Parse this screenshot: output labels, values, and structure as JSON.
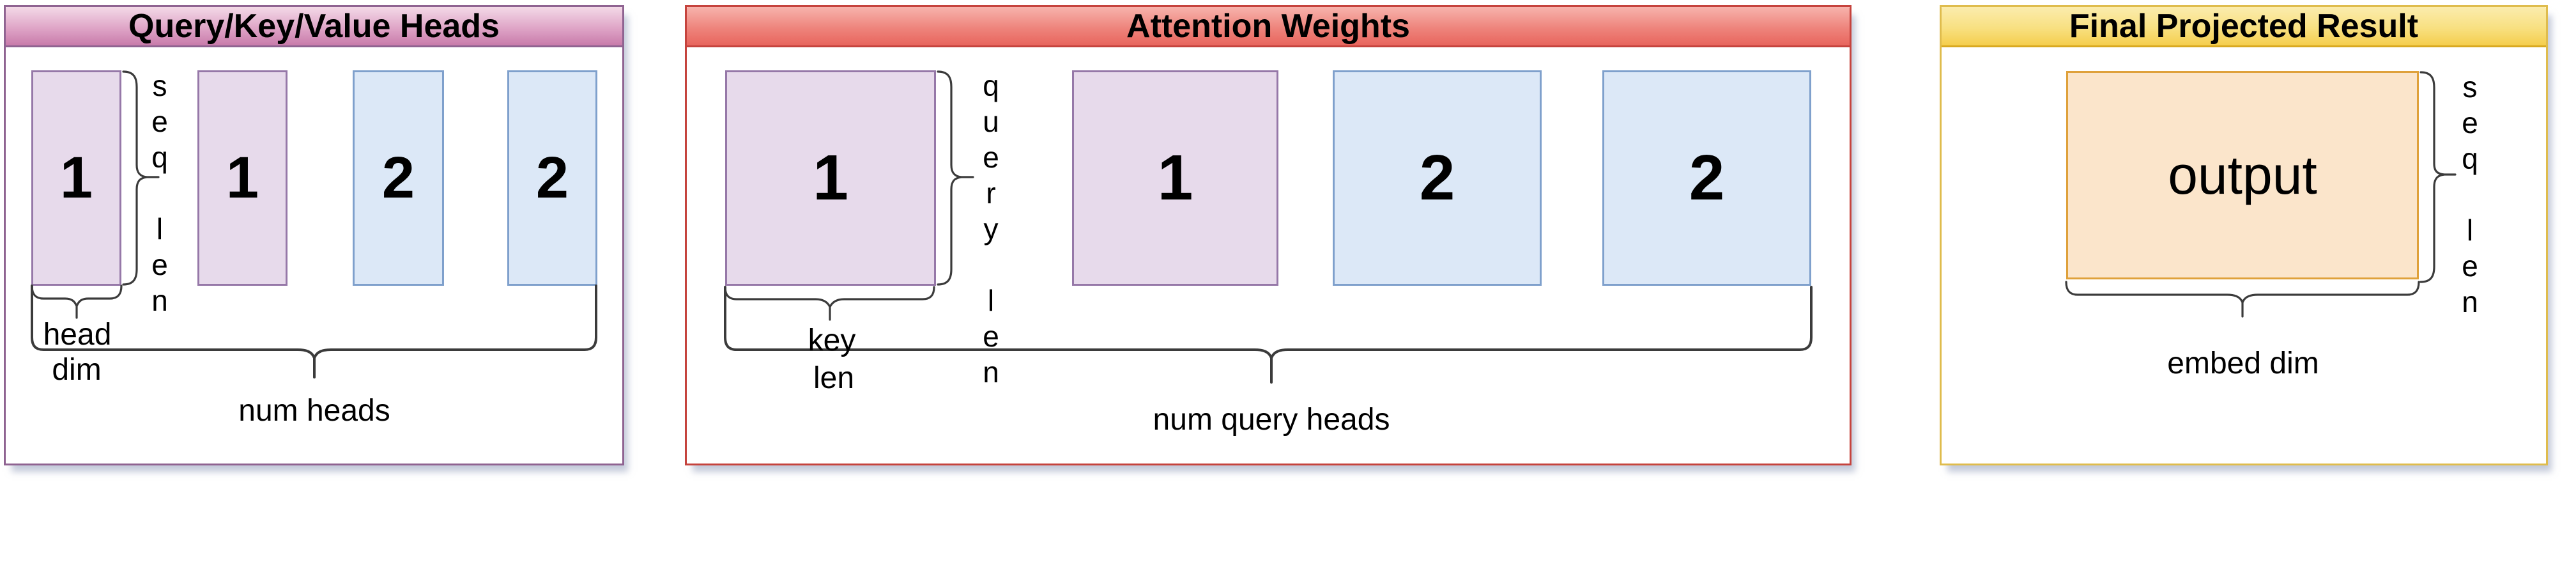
{
  "diagram": {
    "panels": [
      {
        "title": "Query/Key/Value Heads",
        "blocks": [
          "1",
          "1",
          "2",
          "2"
        ],
        "block_colors": [
          "purple",
          "purple",
          "blue",
          "blue"
        ],
        "height_label": "seq len",
        "width_label_line1": "head",
        "width_label_line2": "dim",
        "span_label": "num heads"
      },
      {
        "title": "Attention Weights",
        "blocks": [
          "1",
          "1",
          "2",
          "2"
        ],
        "block_colors": [
          "purple",
          "purple",
          "blue",
          "blue"
        ],
        "height_label": "query len",
        "width_label_line1": "key",
        "width_label_line2": "len",
        "span_label": "num query heads"
      },
      {
        "title": "Final Projected Result",
        "blocks": [
          "output"
        ],
        "block_colors": [
          "orange"
        ],
        "height_label": "seq len",
        "width_label_line1": "embed dim"
      }
    ],
    "colors": {
      "panel1_header_top": "#F3D9E7",
      "panel1_header_bottom": "#C87BAA",
      "panel1_border": "#8F6391",
      "panel2_header_top": "#F7B3AC",
      "panel2_header_bottom": "#E8655D",
      "panel2_border": "#C5433D",
      "panel3_header_top": "#FBECAD",
      "panel3_header_bottom": "#F5CE4D",
      "panel3_border": "#DFBC4D",
      "purple_fill": "#E7DAEB",
      "purple_border": "#9678A8",
      "blue_fill": "#DCE8F7",
      "blue_border": "#7FA0CC",
      "orange_fill": "#FBE5CB",
      "orange_border": "#DFA13B",
      "brace": "#3B3B3B",
      "text": "#000000"
    }
  }
}
